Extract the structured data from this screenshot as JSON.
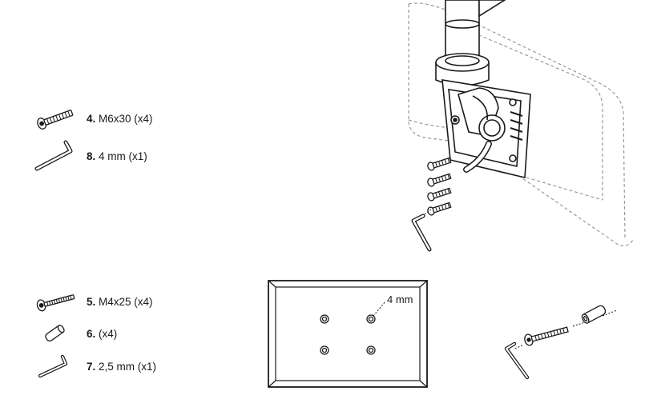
{
  "parts_top": [
    {
      "number": "4.",
      "text": "M6x30 (x4)",
      "icon": "screw-m6-icon"
    },
    {
      "number": "8.",
      "text": "4 mm (x1)",
      "icon": "hex-key-icon"
    }
  ],
  "parts_bottom": [
    {
      "number": "5.",
      "text": "M4x25 (x4)",
      "icon": "screw-m4-icon"
    },
    {
      "number": "6.",
      "text": "(x4)",
      "icon": "spacer-icon"
    },
    {
      "number": "7.",
      "text": "2,5 mm (x1)",
      "icon": "small-hex-key-icon"
    }
  ],
  "panel": {
    "hole_label": "4 mm"
  },
  "colors": {
    "line": "#1a1a1a",
    "dashed": "#9a9a9a"
  }
}
